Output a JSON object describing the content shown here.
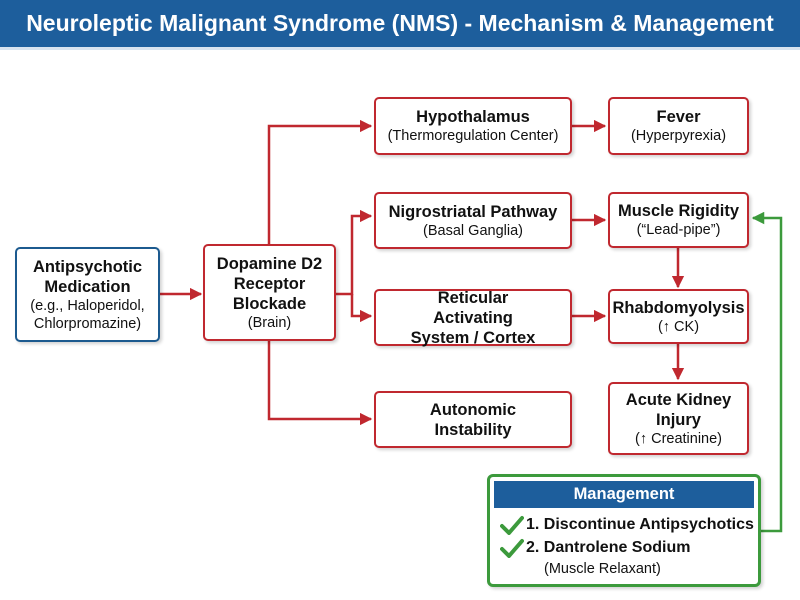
{
  "header": {
    "title": "Neuroleptic Malignant Syndrome (NMS) - Mechanism & Management"
  },
  "nodes": {
    "medication": {
      "title": "Antipsychotic Medication",
      "sub": "(e.g., Haloperidol, Chlorpromazine)"
    },
    "blockade": {
      "title": "Dopamine D2 Receptor Blockade",
      "sub": "(Brain)"
    },
    "hypothalamus": {
      "title": "Hypothalamus",
      "sub": "(Thermoregulation Center)"
    },
    "fever": {
      "title": "Fever",
      "sub": "(Hyperpyrexia)"
    },
    "nigrostriatal": {
      "title": "Nigrostriatal Pathway",
      "sub": "(Basal Ganglia)"
    },
    "rigidity": {
      "title": "Muscle Rigidity",
      "sub": "(“Lead-pipe”)"
    },
    "reticular": {
      "title": "Reticular Activating System / Cortex"
    },
    "rhabdo": {
      "title": "Rhabdomyolysis",
      "sub": "(↑ CK)"
    },
    "autonomic": {
      "title": "Autonomic Instability"
    },
    "aki": {
      "title": "Acute Kidney Injury",
      "sub": "(↑ Creatinine)"
    }
  },
  "management": {
    "title": "Management",
    "items": [
      "1. Discontinue Antipsychotics",
      "2. Dantrolene Sodium"
    ],
    "note": "(Muscle Relaxant)"
  },
  "colors": {
    "banner": "#1d5e9c",
    "node_border": "#c0282f",
    "medication_border": "#1c5a8f",
    "management_border": "#3c9a3c",
    "arrow_red": "#c0282f",
    "arrow_green": "#3c9a3c"
  },
  "icons": [
    "checkmark-icon"
  ]
}
